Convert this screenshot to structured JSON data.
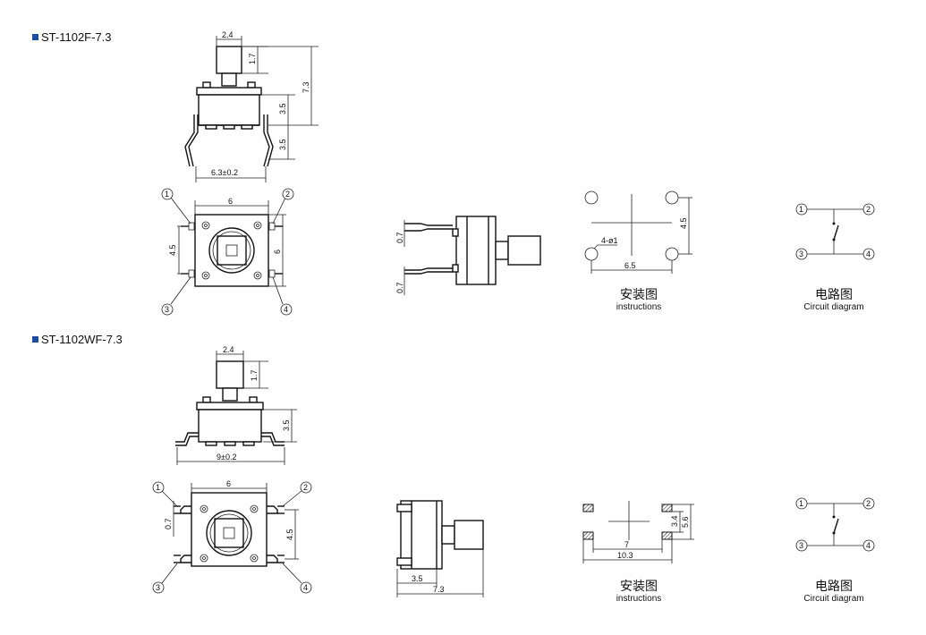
{
  "models": [
    {
      "title": "ST-1102F-7.3",
      "dims": {
        "actuator_width": "2.4",
        "actuator_height": "1.7",
        "total_height": "7.3",
        "body_height": "3.5",
        "pin_length": "3.5",
        "pin_span": "6.3±0.2",
        "top_width": "6",
        "top_height": "6",
        "pin_pitch": "4.5",
        "side_pin_1": "0.7",
        "side_pin_2": "0.7",
        "hole_spec": "4-ø1",
        "hole_vertical": "4.5",
        "hole_horizontal": "6.5"
      },
      "pins": [
        "1",
        "2",
        "3",
        "4"
      ],
      "circuit_pins": [
        "1",
        "2",
        "3",
        "4"
      ],
      "install_cn": "安装图",
      "install_en": "instructions",
      "circuit_cn": "电路图",
      "circuit_en": "Circuit diagram"
    },
    {
      "title": "ST-1102WF-7.3",
      "dims": {
        "actuator_width": "2.4",
        "actuator_height": "1.7",
        "body_height": "3.5",
        "span": "9±0.2",
        "top_width": "6",
        "pin_offset": "0.7",
        "pin_pitch": "4.5",
        "side_base": "3.5",
        "side_total": "7.3",
        "pad_inner_h": "3.4",
        "pad_outer_h": "5.6",
        "pad_inner_w": "7",
        "pad_outer_w": "10.3"
      },
      "pins": [
        "1",
        "2",
        "3",
        "4"
      ],
      "circuit_pins": [
        "1",
        "2",
        "3",
        "4"
      ],
      "install_cn": "安装图",
      "install_en": "instructions",
      "circuit_cn": "电路图",
      "circuit_en": "Circuit diagram"
    }
  ]
}
